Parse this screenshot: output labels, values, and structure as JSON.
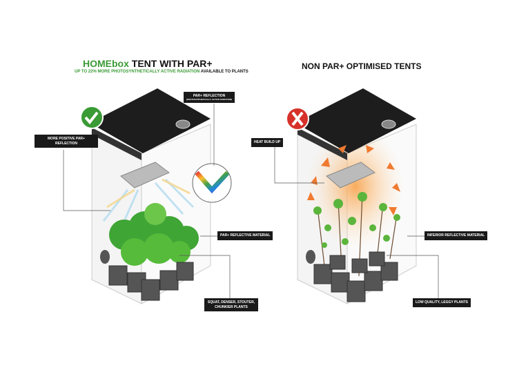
{
  "left": {
    "brand": "HOMEbox",
    "title": "TENT WITH PAR+",
    "subtitle_pre": "UP TO 22% MORE PHOTOSYNTHETICALLY ACTIVE RADIATION",
    "subtitle_post": " AVAILABLE TO PLANTS",
    "labels": {
      "reflection_positive": "MORE POSITIVE PAR+ REFLECTION",
      "par_reflection": "PAR+ REFLECTION",
      "par_reflection_sub": "(PHOTOSYNTHETICALLY ACTIVE RADIATION)",
      "material": "PAR+ REFLECTIVE MATERIAL",
      "plants": "SQUAT, DENSER, STOUTER, CHUNKIER PLANTS"
    }
  },
  "right": {
    "title": "NON PAR+ OPTIMISED TENTS",
    "labels": {
      "heat": "HEAT BUILD UP",
      "material": "INFERIOR REFLECTIVE MATERIAL",
      "plants": "LOW QUALITY, LEGGY PLANTS"
    }
  },
  "colors": {
    "green": "#3a9a35",
    "red": "#d6322a",
    "orange": "#f07a30"
  }
}
